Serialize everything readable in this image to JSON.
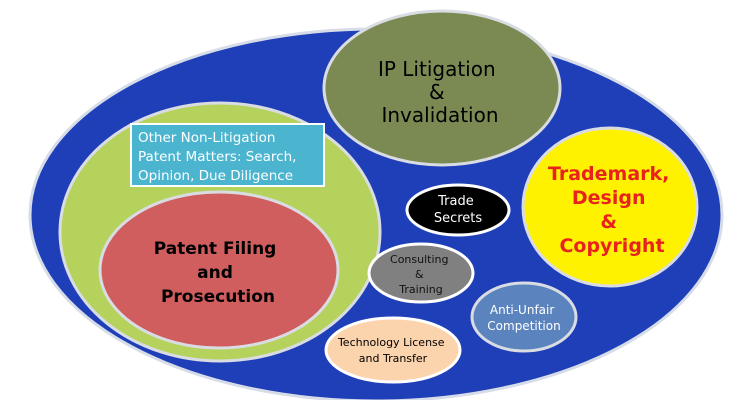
{
  "diagram": {
    "outer": {
      "fill": "#1f3fb8",
      "stroke": "#d7dde8"
    },
    "nodes": {
      "ip_litigation": {
        "lines": [
          "IP Litigation",
          "&",
          "Invalidation"
        ],
        "fill": "#7a8a52",
        "text_color": "#000000"
      },
      "trademark": {
        "lines": [
          "Trademark,",
          "Design",
          "&",
          "Copyright"
        ],
        "fill": "#fff200",
        "text_color": "#e8231d"
      },
      "patent_group": {
        "fill": "#b5d25c"
      },
      "non_litigation": {
        "lines": [
          "Other Non-Litigation",
          "Patent Matters: Search,",
          "Opinion, Due Diligence"
        ],
        "fill": "#4bb5cf",
        "text_color": "#ffffff"
      },
      "patent_filing": {
        "lines": [
          "Patent Filing",
          "and",
          "Prosecution"
        ],
        "fill": "#d05e5e",
        "text_color": "#000000"
      },
      "trade_secrets": {
        "lines": [
          "Trade",
          "Secrets"
        ],
        "fill": "#000000",
        "text_color": "#ffffff"
      },
      "consulting": {
        "lines": [
          "Consulting",
          "&",
          "Training"
        ],
        "fill": "#808080",
        "text_color": "#111111"
      },
      "anti_unfair": {
        "lines": [
          "Anti-Unfair",
          "Competition"
        ],
        "fill": "#5b84bf",
        "text_color": "#ffffff"
      },
      "tech_license": {
        "lines": [
          "Technology License",
          "and Transfer"
        ],
        "fill": "#fbd3ad",
        "text_color": "#000000"
      }
    }
  }
}
